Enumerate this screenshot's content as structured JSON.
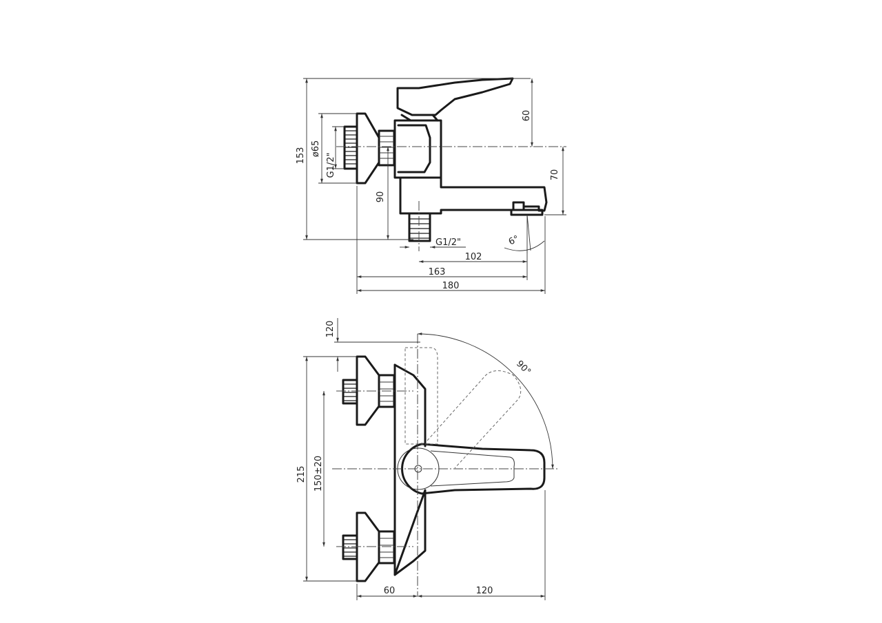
{
  "side_view": {
    "dims": {
      "height_total": "153",
      "dia_flange": "ø65",
      "thread_inlet": "G1/2\"",
      "handle_height": "60",
      "spout_drop": "70",
      "depth_90": "90",
      "thread_outlet": "G1/2\"",
      "spout_angle": "6°",
      "reach_102": "102",
      "reach_163": "163",
      "reach_180": "180"
    }
  },
  "top_view": {
    "dims": {
      "lever_offset": "120",
      "height_total": "215",
      "center_distance": "150±20",
      "rotation": "90°",
      "width_60": "60",
      "width_120": "120"
    }
  }
}
